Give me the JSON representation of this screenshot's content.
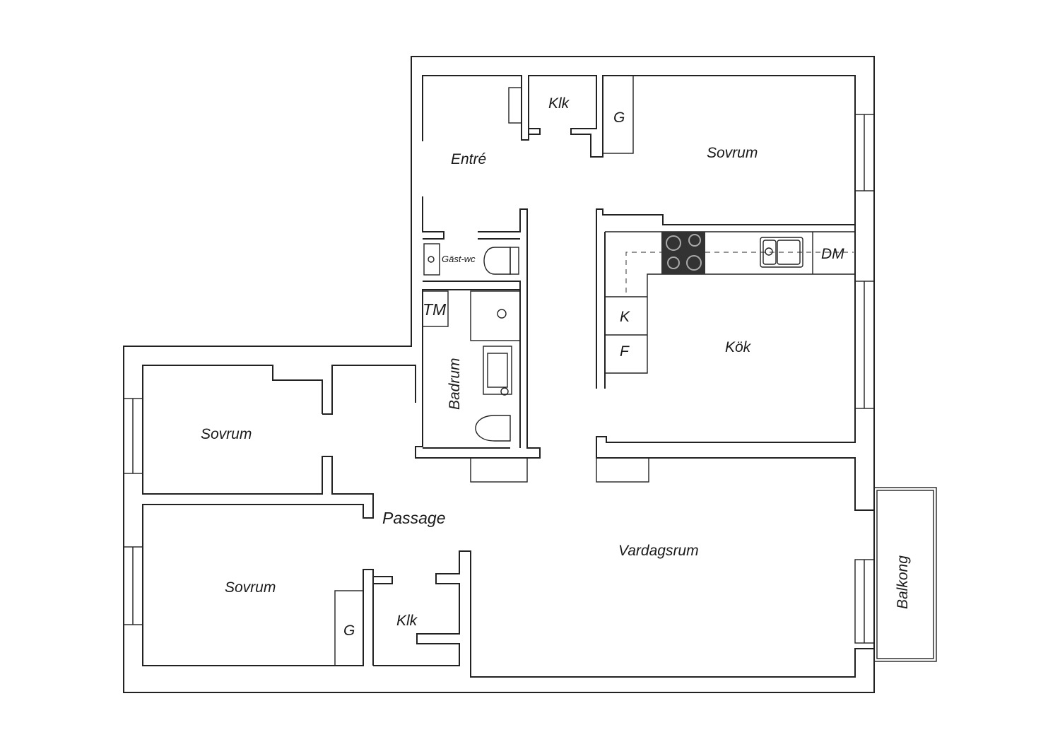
{
  "rooms": {
    "entre": "Entré",
    "klk_top": "Klk",
    "g_top": "G",
    "sovrum_top": "Sovrum",
    "gast_wc": "Gäst-wc",
    "tm": "TM",
    "badrum": "Badrum",
    "dm": "DM",
    "k": "K",
    "f": "F",
    "kok": "Kök",
    "sovrum_left_upper": "Sovrum",
    "passage": "Passage",
    "vardagsrum": "Vardagsrum",
    "sovrum_left_lower": "Sovrum",
    "g_bottom": "G",
    "klk_bottom": "Klk",
    "balkong": "Balkong"
  },
  "colors": {
    "wall": "#222222",
    "stove": "#333333",
    "background": "#ffffff"
  }
}
